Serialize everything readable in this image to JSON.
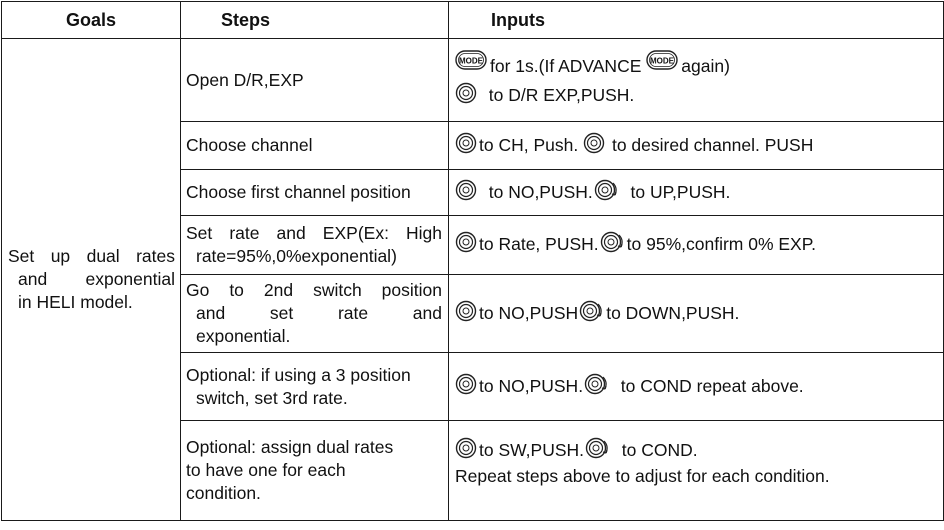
{
  "headers": {
    "goals": "Goals",
    "steps": "Steps",
    "inputs": "Inputs"
  },
  "goal": {
    "line1": "Set up dual rates",
    "line2": "and exponential",
    "line3": "in HELI model."
  },
  "mode_button_text": "MODE",
  "rows": [
    {
      "step": [
        "Open D/R,EXP"
      ],
      "input": {
        "l1a": "for 1s.(If ADVANCE",
        "l1b": "again)",
        "l2": "to D/R EXP,PUSH."
      }
    },
    {
      "step": [
        "Choose channel"
      ],
      "input": {
        "a": "to CH, Push.",
        "b": "to desired channel. PUSH"
      }
    },
    {
      "step": [
        "Choose first channel position"
      ],
      "input": {
        "a": "to NO,PUSH.",
        "b": "to UP,PUSH."
      }
    },
    {
      "step": [
        "Set rate and EXP(Ex: High",
        "rate=95%,0%exponential)"
      ],
      "input": {
        "a": "to Rate, PUSH.",
        "b": "to 95%,confirm 0% EXP."
      }
    },
    {
      "step": [
        "Go to 2nd switch position",
        "and set rate and",
        "exponential."
      ],
      "input": {
        "a": "to NO,PUSH",
        "b": "to DOWN,PUSH."
      }
    },
    {
      "step": [
        "Optional: if using a 3 position",
        "switch, set 3rd rate."
      ],
      "input": {
        "a": "to NO,PUSH.",
        "b": "to COND repeat above."
      }
    },
    {
      "step": [
        "Optional: assign dual rates",
        "to have one for each",
        "condition."
      ],
      "input": {
        "a": "to SW,PUSH.",
        "b": "to COND.",
        "l2": "Repeat steps above to adjust for each condition."
      }
    }
  ],
  "icons": {
    "knob": "rotary-knob-icon",
    "knob_turn": "rotary-knob-turn-icon",
    "mode": "mode-button-icon"
  }
}
